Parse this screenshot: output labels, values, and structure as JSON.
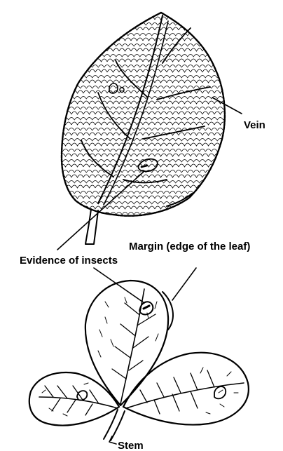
{
  "labels": {
    "vein": "Vein",
    "margin": "Margin (edge of the leaf)",
    "insects": "Evidence of insects",
    "stem": "Stem"
  },
  "colors": {
    "ink": "#000000",
    "paper": "#ffffff"
  }
}
